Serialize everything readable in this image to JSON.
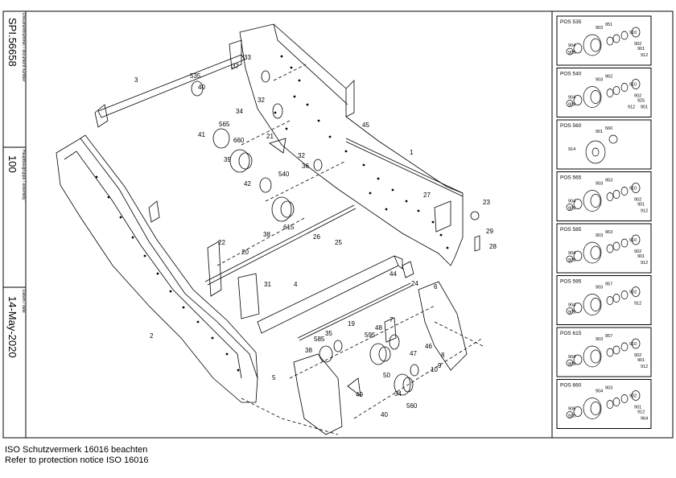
{
  "title_block": {
    "document_number_label": "Dokumentnummer / document number",
    "document_number": "SPI.56658",
    "assembly_label": "Hauptbaugruppe / assembly",
    "assembly_number": "100",
    "date_label": "Datum / date",
    "date": "14-May-2020"
  },
  "footer": {
    "line1": "ISO Schutzvermerk 16016 beachten",
    "line2": "Refer to protection notice ISO 16016"
  },
  "callouts": [
    {
      "label": "1"
    },
    {
      "label": "2"
    },
    {
      "label": "3"
    },
    {
      "label": "4"
    },
    {
      "label": "5"
    },
    {
      "label": "6"
    },
    {
      "label": "7"
    },
    {
      "label": "8"
    },
    {
      "label": "9"
    },
    {
      "label": "10"
    },
    {
      "label": "19"
    },
    {
      "label": "20"
    },
    {
      "label": "21"
    },
    {
      "label": "22"
    },
    {
      "label": "23"
    },
    {
      "label": "24"
    },
    {
      "label": "25"
    },
    {
      "label": "26"
    },
    {
      "label": "27"
    },
    {
      "label": "28"
    },
    {
      "label": "29"
    },
    {
      "label": "31"
    },
    {
      "label": "32"
    },
    {
      "label": "32"
    },
    {
      "label": "33"
    },
    {
      "label": "34"
    },
    {
      "label": "34"
    },
    {
      "label": "35"
    },
    {
      "label": "36"
    },
    {
      "label": "37"
    },
    {
      "label": "38"
    },
    {
      "label": "38"
    },
    {
      "label": "39"
    },
    {
      "label": "40"
    },
    {
      "label": "40"
    },
    {
      "label": "41"
    },
    {
      "label": "42"
    },
    {
      "label": "44"
    },
    {
      "label": "45"
    },
    {
      "label": "46"
    },
    {
      "label": "47"
    },
    {
      "label": "48"
    },
    {
      "label": "49"
    },
    {
      "label": "50"
    },
    {
      "label": "535"
    },
    {
      "label": "540"
    },
    {
      "label": "560"
    },
    {
      "label": "565"
    },
    {
      "label": "585"
    },
    {
      "label": "595"
    },
    {
      "label": "615"
    },
    {
      "label": "660"
    }
  ],
  "detail_panels": [
    {
      "title": "POS 535",
      "parts": [
        "951",
        "903",
        "904",
        "905",
        "910",
        "902",
        "901",
        "912"
      ]
    },
    {
      "title": "POS 540",
      "parts": [
        "962",
        "903",
        "904",
        "908",
        "910",
        "902",
        "925",
        "901",
        "912"
      ]
    },
    {
      "title": "POS 560",
      "parts": [
        "560",
        "901",
        "914"
      ]
    },
    {
      "title": "POS 565",
      "parts": [
        "953",
        "903",
        "904",
        "905",
        "910",
        "902",
        "901",
        "912"
      ]
    },
    {
      "title": "POS 585",
      "parts": [
        "963",
        "903",
        "904",
        "905",
        "910",
        "902",
        "901",
        "912"
      ]
    },
    {
      "title": "POS 595",
      "parts": [
        "957",
        "903",
        "904",
        "905",
        "902",
        "912"
      ]
    },
    {
      "title": "POS 615",
      "parts": [
        "957",
        "903",
        "904",
        "905",
        "910",
        "902",
        "901",
        "912"
      ]
    },
    {
      "title": "POS 660",
      "parts": [
        "903",
        "904",
        "905",
        "910",
        "902",
        "901",
        "912",
        "964"
      ]
    }
  ]
}
